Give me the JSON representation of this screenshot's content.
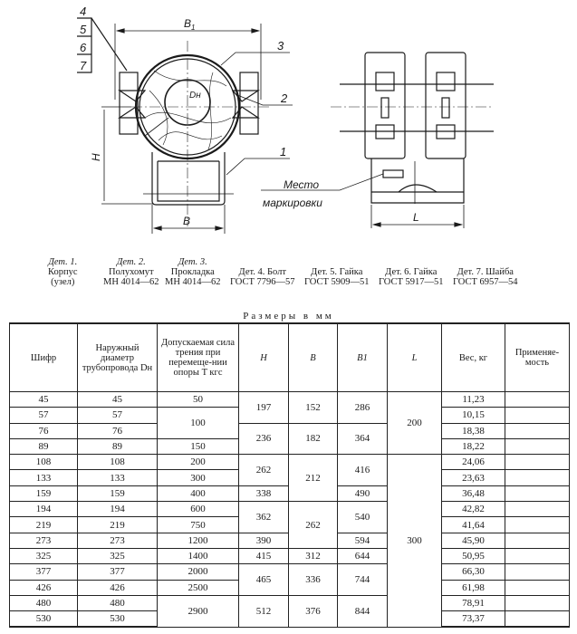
{
  "drawing": {
    "labels": {
      "4": "4",
      "5": "5",
      "6": "6",
      "7": "7",
      "b1": "B",
      "b1_sub": "1",
      "part3": "3",
      "part2": "2",
      "part1": "1",
      "dn": "Dн",
      "h": "H",
      "b": "B",
      "l": "L",
      "marking_1": "Место",
      "marking_2": "маркировки"
    }
  },
  "parts": [
    {
      "title": "Дет. 1.",
      "line1": "Корпус",
      "line2": "(узел)"
    },
    {
      "title": "Дет. 2.",
      "line1": "Полухомут",
      "line2": "МН 4014—62"
    },
    {
      "title": "Дет. 3.",
      "line1": "Прокладка",
      "line2": "МН 4014—62"
    },
    {
      "title": "Дет. 4. Болт",
      "line1": "ГОСТ 7796—57",
      "line2": ""
    },
    {
      "title": "Дет. 5. Гайка",
      "line1": "ГОСТ 5909—51",
      "line2": ""
    },
    {
      "title": "Дет. 6. Гайка",
      "line1": "ГОСТ 5917—51",
      "line2": ""
    },
    {
      "title": "Дет. 7. Шайба",
      "line1": "ГОСТ 6957—54",
      "line2": ""
    }
  ],
  "caption": "Размеры в мм",
  "table": {
    "headers": [
      "Шифр",
      "Наружный диаметр трубопровода Dн",
      "Допускаемая сила трения при перемеще-нии опоры T кгс",
      "H",
      "B",
      "B1",
      "L",
      "Вес, кг",
      "Применяе-мость"
    ],
    "columns": [
      [
        {
          "v": "45",
          "n": 1
        },
        {
          "v": "57",
          "n": 1
        },
        {
          "v": "76",
          "n": 1
        },
        {
          "v": "89",
          "n": 1
        },
        {
          "v": "108",
          "n": 1
        },
        {
          "v": "133",
          "n": 1
        },
        {
          "v": "159",
          "n": 1
        },
        {
          "v": "194",
          "n": 1
        },
        {
          "v": "219",
          "n": 1
        },
        {
          "v": "273",
          "n": 1
        },
        {
          "v": "325",
          "n": 1
        },
        {
          "v": "377",
          "n": 1
        },
        {
          "v": "426",
          "n": 1
        },
        {
          "v": "480",
          "n": 1
        },
        {
          "v": "530",
          "n": 1
        }
      ],
      [
        {
          "v": "45",
          "n": 1
        },
        {
          "v": "57",
          "n": 1
        },
        {
          "v": "76",
          "n": 1
        },
        {
          "v": "89",
          "n": 1
        },
        {
          "v": "108",
          "n": 1
        },
        {
          "v": "133",
          "n": 1
        },
        {
          "v": "159",
          "n": 1
        },
        {
          "v": "194",
          "n": 1
        },
        {
          "v": "219",
          "n": 1
        },
        {
          "v": "273",
          "n": 1
        },
        {
          "v": "325",
          "n": 1
        },
        {
          "v": "377",
          "n": 1
        },
        {
          "v": "426",
          "n": 1
        },
        {
          "v": "480",
          "n": 1
        },
        {
          "v": "530",
          "n": 1
        }
      ],
      [
        {
          "v": "50",
          "n": 1
        },
        {
          "v": "100",
          "n": 2
        },
        {
          "v": "150",
          "n": 1
        },
        {
          "v": "200",
          "n": 1
        },
        {
          "v": "300",
          "n": 1
        },
        {
          "v": "400",
          "n": 1
        },
        {
          "v": "600",
          "n": 1
        },
        {
          "v": "750",
          "n": 1
        },
        {
          "v": "1200",
          "n": 1
        },
        {
          "v": "1400",
          "n": 1
        },
        {
          "v": "2000",
          "n": 1
        },
        {
          "v": "2500",
          "n": 1
        },
        {
          "v": "2900",
          "n": 2
        }
      ],
      [
        {
          "v": "197",
          "n": 2
        },
        {
          "v": "236",
          "n": 2
        },
        {
          "v": "262",
          "n": 2
        },
        {
          "v": "338",
          "n": 1
        },
        {
          "v": "362",
          "n": 2
        },
        {
          "v": "390",
          "n": 1
        },
        {
          "v": "415",
          "n": 1
        },
        {
          "v": "465",
          "n": 2
        },
        {
          "v": "512",
          "n": 2
        }
      ],
      [
        {
          "v": "152",
          "n": 2
        },
        {
          "v": "182",
          "n": 2
        },
        {
          "v": "212",
          "n": 3
        },
        {
          "v": "262",
          "n": 3
        },
        {
          "v": "312",
          "n": 1
        },
        {
          "v": "336",
          "n": 2
        },
        {
          "v": "376",
          "n": 2
        }
      ],
      [
        {
          "v": "286",
          "n": 2
        },
        {
          "v": "364",
          "n": 2
        },
        {
          "v": "416",
          "n": 2
        },
        {
          "v": "490",
          "n": 1
        },
        {
          "v": "540",
          "n": 2
        },
        {
          "v": "594",
          "n": 1
        },
        {
          "v": "644",
          "n": 1
        },
        {
          "v": "744",
          "n": 2
        },
        {
          "v": "844",
          "n": 2
        }
      ],
      [
        {
          "v": "200",
          "n": 4
        },
        {
          "v": "300",
          "n": 11
        }
      ],
      [
        {
          "v": "11,23",
          "n": 1
        },
        {
          "v": "10,15",
          "n": 1
        },
        {
          "v": "18,38",
          "n": 1
        },
        {
          "v": "18,22",
          "n": 1
        },
        {
          "v": "24,06",
          "n": 1
        },
        {
          "v": "23,63",
          "n": 1
        },
        {
          "v": "36,48",
          "n": 1
        },
        {
          "v": "42,82",
          "n": 1
        },
        {
          "v": "41,64",
          "n": 1
        },
        {
          "v": "45,90",
          "n": 1
        },
        {
          "v": "50,95",
          "n": 1
        },
        {
          "v": "66,30",
          "n": 1
        },
        {
          "v": "61,98",
          "n": 1
        },
        {
          "v": "78,91",
          "n": 1
        },
        {
          "v": "73,37",
          "n": 1
        }
      ],
      [
        {
          "v": "",
          "n": 1
        },
        {
          "v": "",
          "n": 1
        },
        {
          "v": "",
          "n": 1
        },
        {
          "v": "",
          "n": 1
        },
        {
          "v": "",
          "n": 1
        },
        {
          "v": "",
          "n": 1
        },
        {
          "v": "",
          "n": 1
        },
        {
          "v": "",
          "n": 1
        },
        {
          "v": "",
          "n": 1
        },
        {
          "v": "",
          "n": 1
        },
        {
          "v": "",
          "n": 1
        },
        {
          "v": "",
          "n": 1
        },
        {
          "v": "",
          "n": 1
        },
        {
          "v": "",
          "n": 1
        },
        {
          "v": "",
          "n": 1
        }
      ]
    ]
  }
}
